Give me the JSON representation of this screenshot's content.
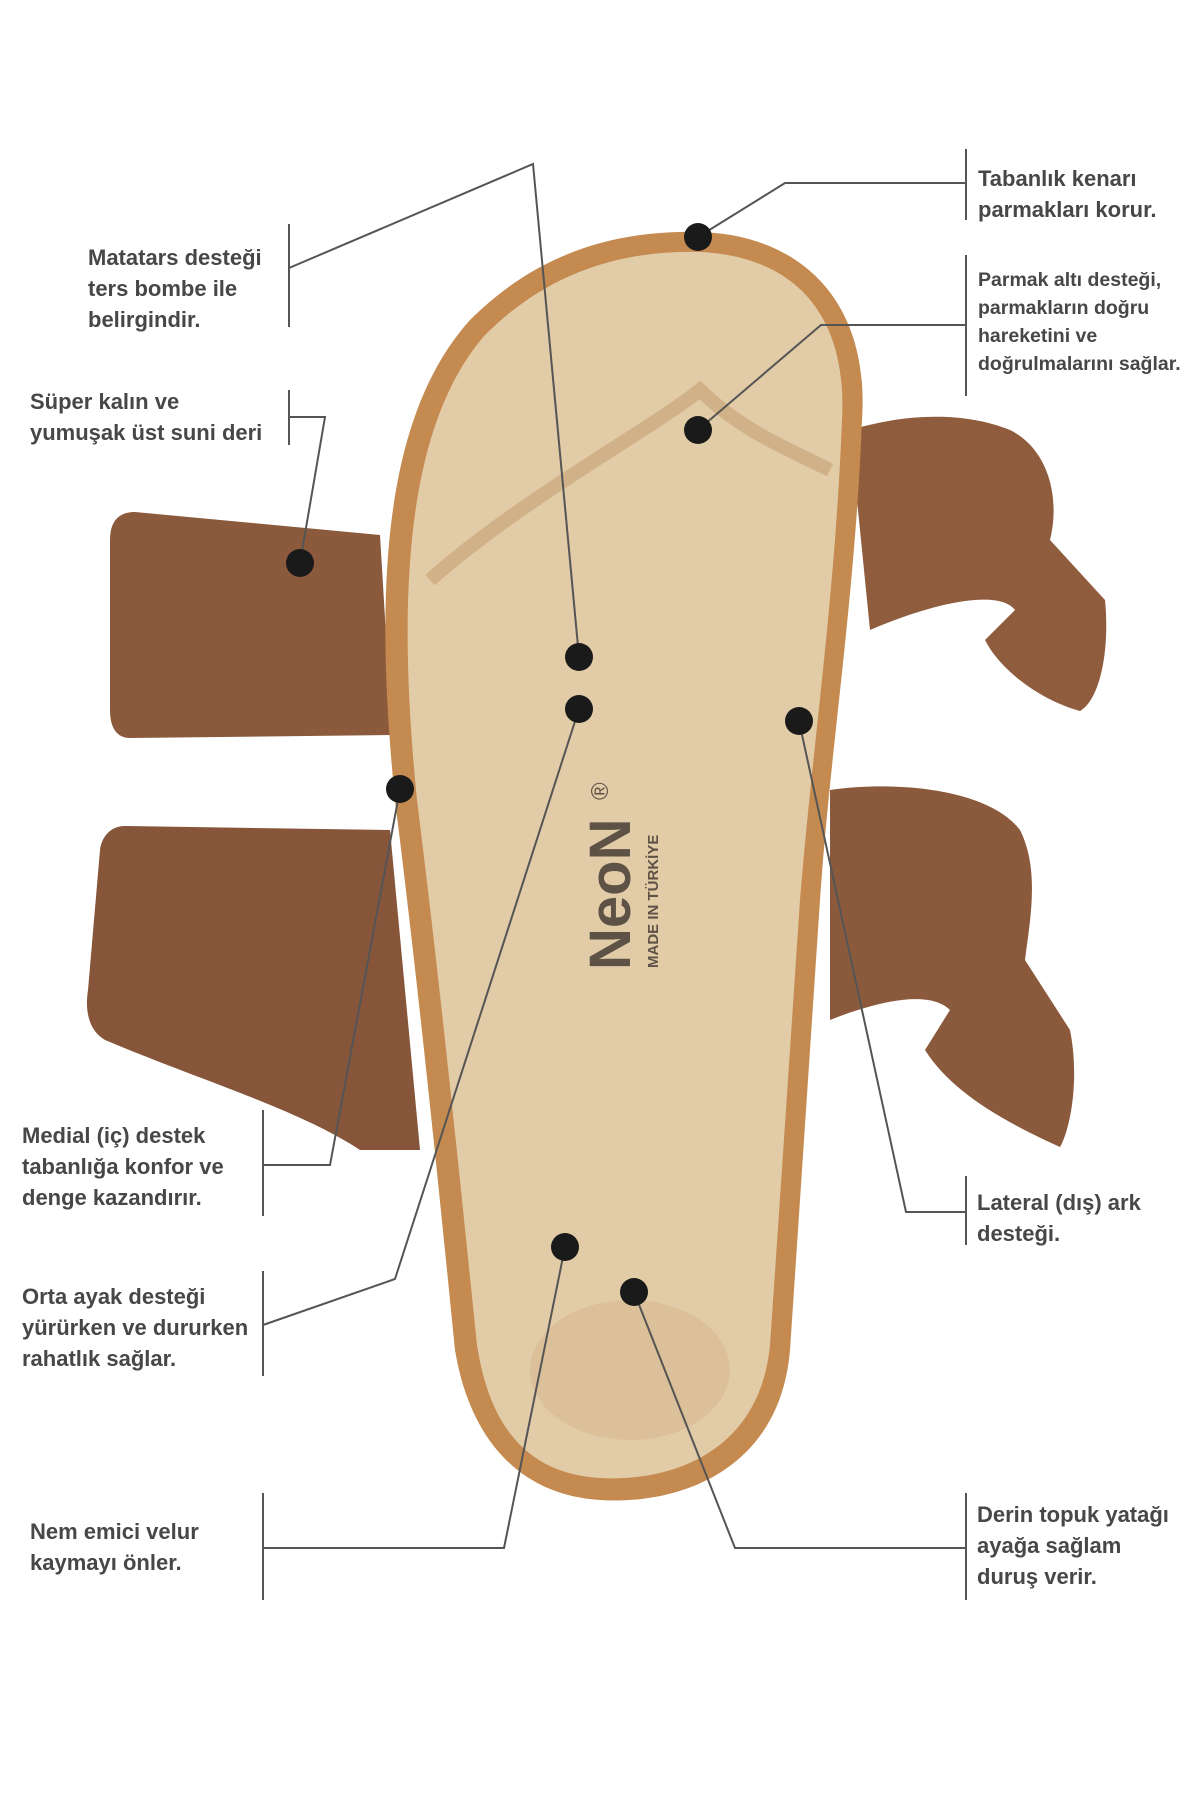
{
  "brand": {
    "name": "NeoN",
    "registered": "®",
    "origin": "MADE IN TÜRKİYE"
  },
  "colors": {
    "text": "#474747",
    "leader": "#555555",
    "dot": "#1a1a1a",
    "leather": "#8b5a3c",
    "footbed_rim": "#c48a4f",
    "footbed": "#e2cba7"
  },
  "labels": {
    "metatarsal": [
      "Matatars desteği",
      "ters bombe ile",
      "belirgindir."
    ],
    "upper": [
      "Süper kalın ve",
      "yumuşak üst suni deri"
    ],
    "medial": [
      "Medial (iç) destek",
      "tabanlığa konfor ve",
      "denge kazandırır."
    ],
    "midfoot": [
      "Orta ayak desteği",
      "yürürken ve dururken",
      "rahatlık sağlar."
    ],
    "velour": [
      "Nem emici velur",
      "kaymayı önler."
    ],
    "rim": [
      "Tabanlık kenarı",
      "parmakları korur."
    ],
    "toe_bar": [
      "Parmak altı desteği,",
      "parmakların doğru",
      "hareketini ve",
      "doğrulmalarını sağlar."
    ],
    "lateral": [
      "Lateral (dış) ark",
      "desteği."
    ],
    "heel": [
      "Derin topuk yatağı",
      "ayağa sağlam",
      "duruş verir."
    ]
  }
}
